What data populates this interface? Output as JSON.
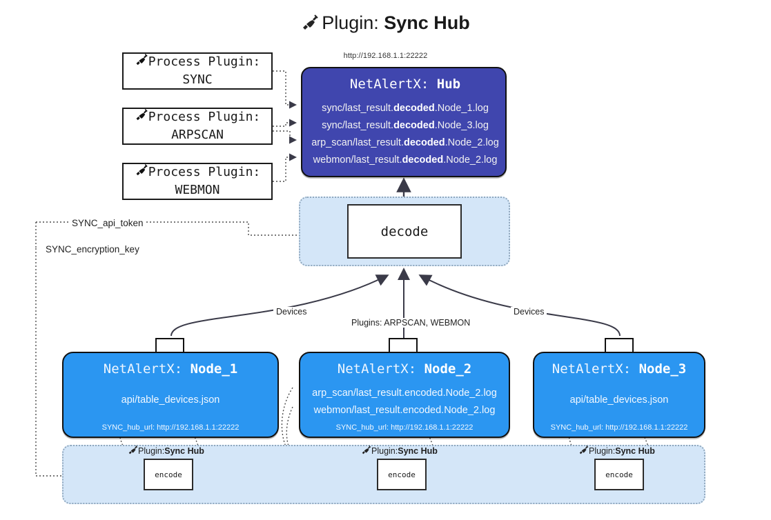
{
  "header": {
    "icon": "plug-icon",
    "prefix": "Plugin: ",
    "title": "Sync Hub",
    "hub_url": "http://192.168.1.1:22222"
  },
  "process_plugins": [
    {
      "icon": "plug-icon",
      "line1": "Process Plugin:",
      "line2": "SYNC"
    },
    {
      "icon": "plug-icon",
      "line1": "Process Plugin:",
      "line2": "ARPSCAN"
    },
    {
      "icon": "plug-icon",
      "line1": "Process Plugin:",
      "line2": "WEBMON"
    }
  ],
  "hub": {
    "title_prefix": "NetAlertX: ",
    "title_name": "Hub",
    "color": "#4046ae",
    "logs": [
      {
        "pre": "sync/last_result.",
        "bold": "decoded",
        "post": ".Node_1.log"
      },
      {
        "pre": "sync/last_result.",
        "bold": "decoded",
        "post": ".Node_3.log"
      },
      {
        "pre": "arp_scan/last_result.",
        "bold": "decoded",
        "post": ".Node_2.log"
      },
      {
        "pre": "webmon/last_result.",
        "bold": "decoded",
        "post": ".Node_2.log"
      }
    ]
  },
  "decode": {
    "label": "decode",
    "container_color": "#d4e6f8"
  },
  "tokens": {
    "api_token": "SYNC_api_token",
    "encryption_key": "SYNC_encryption_key"
  },
  "edge_labels": {
    "devices_left": "Devices",
    "devices_right": "Devices",
    "plugins_center": "Plugins: ARPSCAN, WEBMON"
  },
  "nodes": [
    {
      "title_prefix": "NetAlertX: ",
      "title_name": "Node_1",
      "icon": "envelope-icon",
      "lines": [
        "api/table_devices.json"
      ],
      "url_label": "SYNC_hub_url: http://192.168.1.1:22222",
      "color": "#2b96f1"
    },
    {
      "title_prefix": "NetAlertX: ",
      "title_name": "Node_2",
      "icon": "envelope-icon",
      "lines": [
        "arp_scan/last_result.encoded.Node_2.log",
        "webmon/last_result.encoded.Node_2.log"
      ],
      "url_label": "SYNC_hub_url: http://192.168.1.1:22222",
      "color": "#2b96f1"
    },
    {
      "title_prefix": "NetAlertX: ",
      "title_name": "Node_3",
      "icon": "envelope-icon",
      "lines": [
        "api/table_devices.json"
      ],
      "url_label": "SYNC_hub_url: http://192.168.1.1:22222",
      "color": "#2b96f1"
    }
  ],
  "encoders": [
    {
      "icon": "plug-icon",
      "label_prefix": "Plugin: ",
      "label_name": "Sync Hub",
      "box_label": "encode"
    },
    {
      "icon": "plug-icon",
      "label_prefix": "Plugin: ",
      "label_name": "Sync Hub",
      "box_label": "encode"
    },
    {
      "icon": "plug-icon",
      "label_prefix": "Plugin: ",
      "label_name": "Sync Hub",
      "box_label": "encode"
    }
  ]
}
